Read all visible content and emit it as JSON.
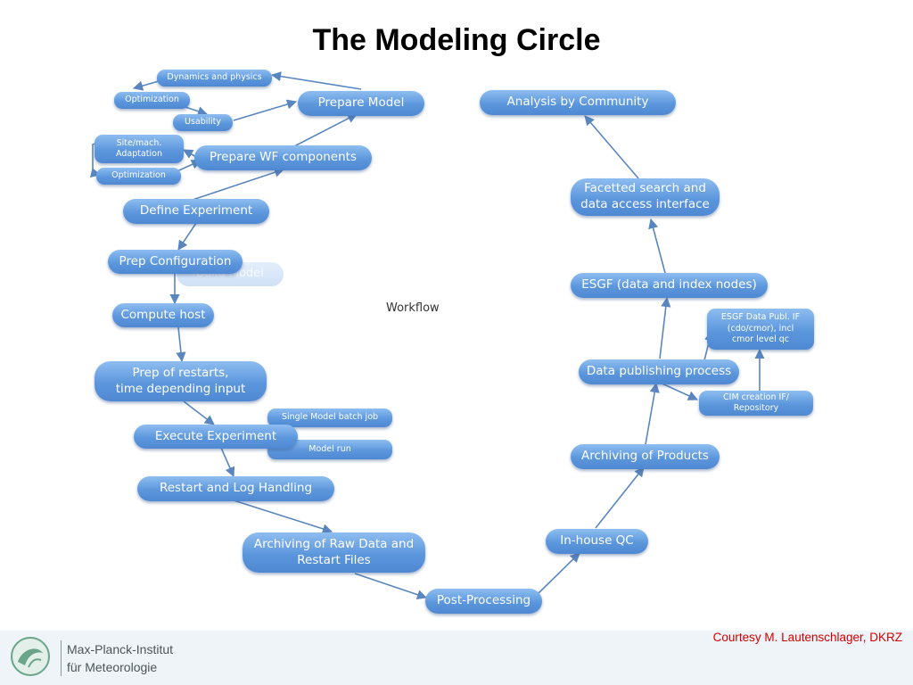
{
  "title": "The Modeling Circle",
  "center_label": "Workflow",
  "courtesy": "Courtesy M. Lautenschlager, DKRZ",
  "institute": {
    "line1": "Max-Planck-Institut",
    "line2": "für Meteorologie"
  },
  "nodes": [
    {
      "id": "dynamics",
      "label": "Dynamics and physics"
    },
    {
      "id": "opt1",
      "label": "Optimization"
    },
    {
      "id": "usability",
      "label": "Usability"
    },
    {
      "id": "prepare_model",
      "label": "Prepare Model"
    },
    {
      "id": "site",
      "label": "Site/mach.\nAdaptation"
    },
    {
      "id": "opt2",
      "label": "Optimization"
    },
    {
      "id": "prepare_wf",
      "label": "Prepare WF components"
    },
    {
      "id": "define_exp",
      "label": "Define Experiment"
    },
    {
      "id": "build_model",
      "label": "Build Model"
    },
    {
      "id": "prep_config",
      "label": "Prep Configuration"
    },
    {
      "id": "compute_host",
      "label": "Compute host"
    },
    {
      "id": "prep_restarts",
      "label": "Prep of restarts,\ntime depending input"
    },
    {
      "id": "single_model",
      "label": "Single Model batch job"
    },
    {
      "id": "model_run",
      "label": "Model run"
    },
    {
      "id": "execute_exp",
      "label": "Execute Experiment"
    },
    {
      "id": "restart_log",
      "label": "Restart and Log Handling"
    },
    {
      "id": "archiving_raw",
      "label": "Archiving of Raw Data and\nRestart Files"
    },
    {
      "id": "post_processing",
      "label": "Post-Processing"
    },
    {
      "id": "inhouse_qc",
      "label": "In-house QC"
    },
    {
      "id": "archiving_products",
      "label": "Archiving of Products"
    },
    {
      "id": "data_publishing",
      "label": "Data publishing process"
    },
    {
      "id": "esgf_publ",
      "label": "ESGF Data Publ. IF\n(cdo/cmor), incl\ncmor level qc"
    },
    {
      "id": "cim",
      "label": "CIM creation IF/\nRepository"
    },
    {
      "id": "esgf_nodes",
      "label": "ESGF (data and index nodes)"
    },
    {
      "id": "facetted",
      "label": "Facetted search and\ndata access interface"
    },
    {
      "id": "analysis",
      "label": "Analysis by Community"
    }
  ],
  "edges": [
    {
      "from": "prepare_model",
      "to": "dynamics"
    },
    {
      "from": "usability",
      "to": "prepare_model"
    },
    {
      "from": "prepare_wf",
      "to": "prepare_model"
    },
    {
      "from": "prepare_wf",
      "to": "site"
    },
    {
      "from": "define_exp",
      "to": "prepare_wf"
    },
    {
      "from": "define_exp",
      "to": "prep_config"
    },
    {
      "from": "prep_config",
      "to": "compute_host"
    },
    {
      "from": "compute_host",
      "to": "prep_restarts"
    },
    {
      "from": "prep_restarts",
      "to": "execute_exp"
    },
    {
      "from": "execute_exp",
      "to": "restart_log"
    },
    {
      "from": "restart_log",
      "to": "archiving_raw"
    },
    {
      "from": "archiving_raw",
      "to": "post_processing"
    },
    {
      "from": "post_processing",
      "to": "inhouse_qc"
    },
    {
      "from": "inhouse_qc",
      "to": "archiving_products"
    },
    {
      "from": "archiving_products",
      "to": "data_publishing"
    },
    {
      "from": "data_publishing",
      "to": "esgf_nodes"
    },
    {
      "from": "data_publishing",
      "to": "cim"
    },
    {
      "from": "cim",
      "to": "esgf_publ"
    },
    {
      "from": "esgf_nodes",
      "to": "facetted"
    },
    {
      "from": "facetted",
      "to": "analysis"
    }
  ]
}
